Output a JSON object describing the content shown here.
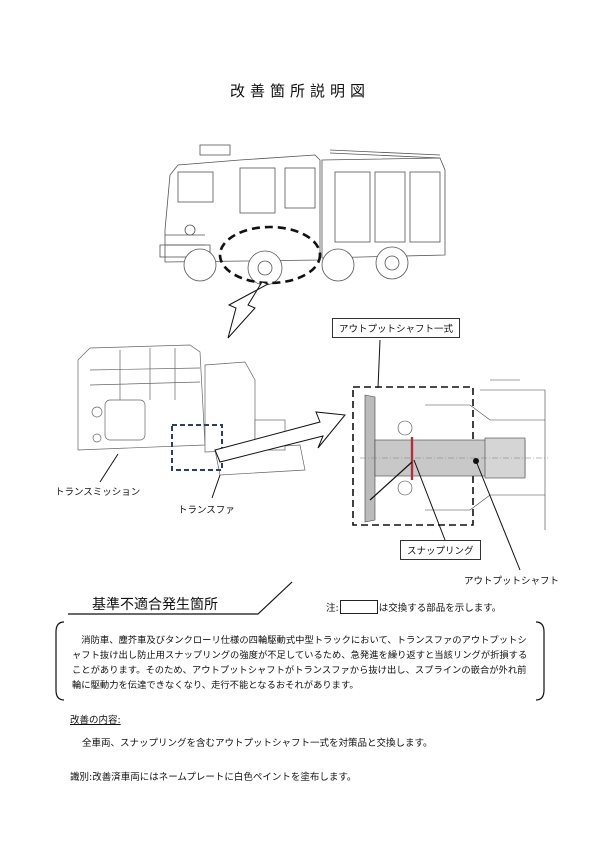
{
  "document": {
    "title": "改善箇所説明図"
  },
  "diagram": {
    "labels": {
      "output_shaft_assembly": "アウトプットシャフト一式",
      "transmission": "トランスミッション",
      "transfer": "トランスファ",
      "snap_ring": "スナップリング",
      "output_shaft": "アウトプットシャフト"
    },
    "colors": {
      "snap_ring": "#b0303a",
      "detail_box": "#2b3f66"
    }
  },
  "nonconformity": {
    "heading": "基準不適合発生箇所",
    "note_prefix": "注:",
    "note_suffix": "は交換する部品を示します。",
    "description": "消防車、塵芥車及びタンクローリ仕様の四輪駆動式中型トラックにおいて、トランスファのアウトプットシャフト抜け出し防止用スナップリングの強度が不足しているため、急発進を繰り返すと当該リングが折損することがあります。そのため、アウトプットシャフトがトランスファから抜け出し、スプラインの嵌合が外れ前輪に駆動力を伝達できなくなり、走行不能となるおそれがあります。"
  },
  "improvement": {
    "heading": "改善の内容:",
    "text": "全車両、スナップリングを含むアウトプットシャフト一式を対策品と交換します。"
  },
  "identification": {
    "text": "識別:改善済車両にはネームプレートに白色ペイントを塗布します。"
  }
}
